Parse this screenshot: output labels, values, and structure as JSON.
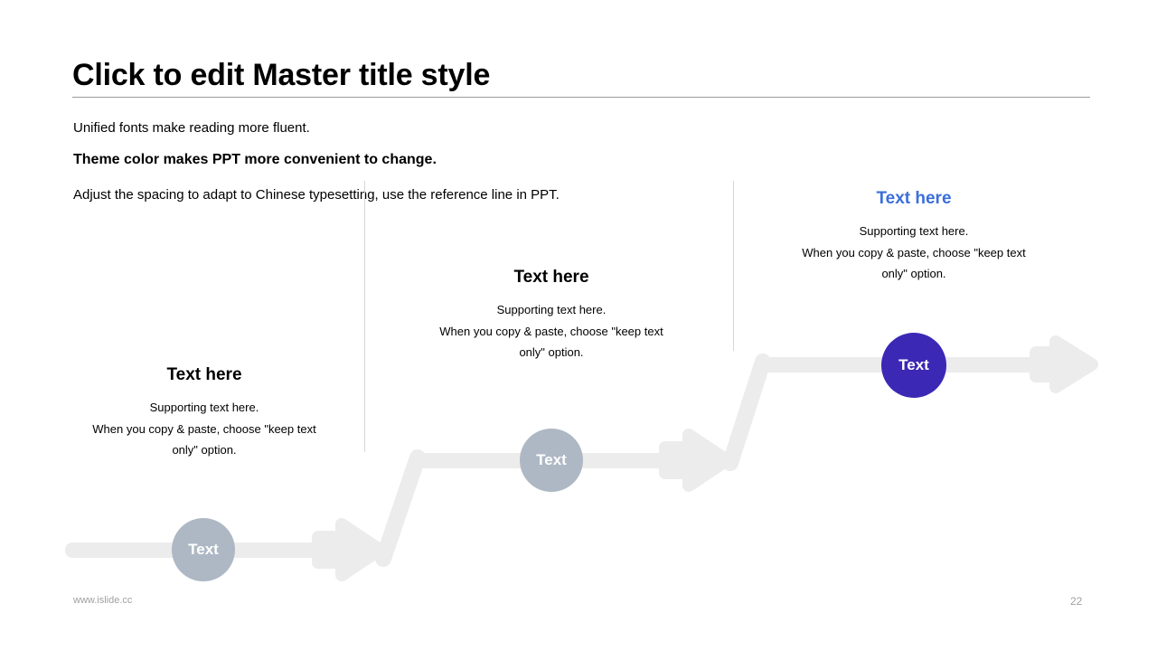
{
  "slide": {
    "title": "Click to edit Master title style",
    "intro": {
      "line1": "Unified fonts make reading more fluent.",
      "line2": "Theme color makes PPT more convenient to change.",
      "line3": "Adjust the spacing to adapt to Chinese typesetting, use the reference line in PPT."
    },
    "columns": [
      {
        "heading": "Text here",
        "body": "Supporting text here.\nWhen you copy & paste, choose \"keep text\nonly\" option.",
        "accent": false
      },
      {
        "heading": "Text here",
        "body": "Supporting text here.\nWhen you copy & paste, choose \"keep text\nonly\" option.",
        "accent": false
      },
      {
        "heading": "Text here",
        "body": "Supporting text here.\nWhen you copy & paste, choose \"keep text\nonly\" option.",
        "accent": true
      }
    ],
    "flow": {
      "nodes": [
        {
          "label": "Text",
          "color": "#aeb8c4"
        },
        {
          "label": "Text",
          "color": "#aeb8c4"
        },
        {
          "label": "Text",
          "color": "#3b28b5"
        }
      ],
      "arrow_color": "#ececec"
    },
    "footer": {
      "url": "www.islide.cc",
      "page_number": "22"
    },
    "colors": {
      "accent_blue": "#3b6fd8",
      "node_indigo": "#3b28b5",
      "node_gray": "#aeb8c4",
      "arrow_gray": "#ececec",
      "rule_gray": "#9b9b9b",
      "divider_gray": "#d6d6d6",
      "footer_gray": "#a0a0a0"
    }
  }
}
